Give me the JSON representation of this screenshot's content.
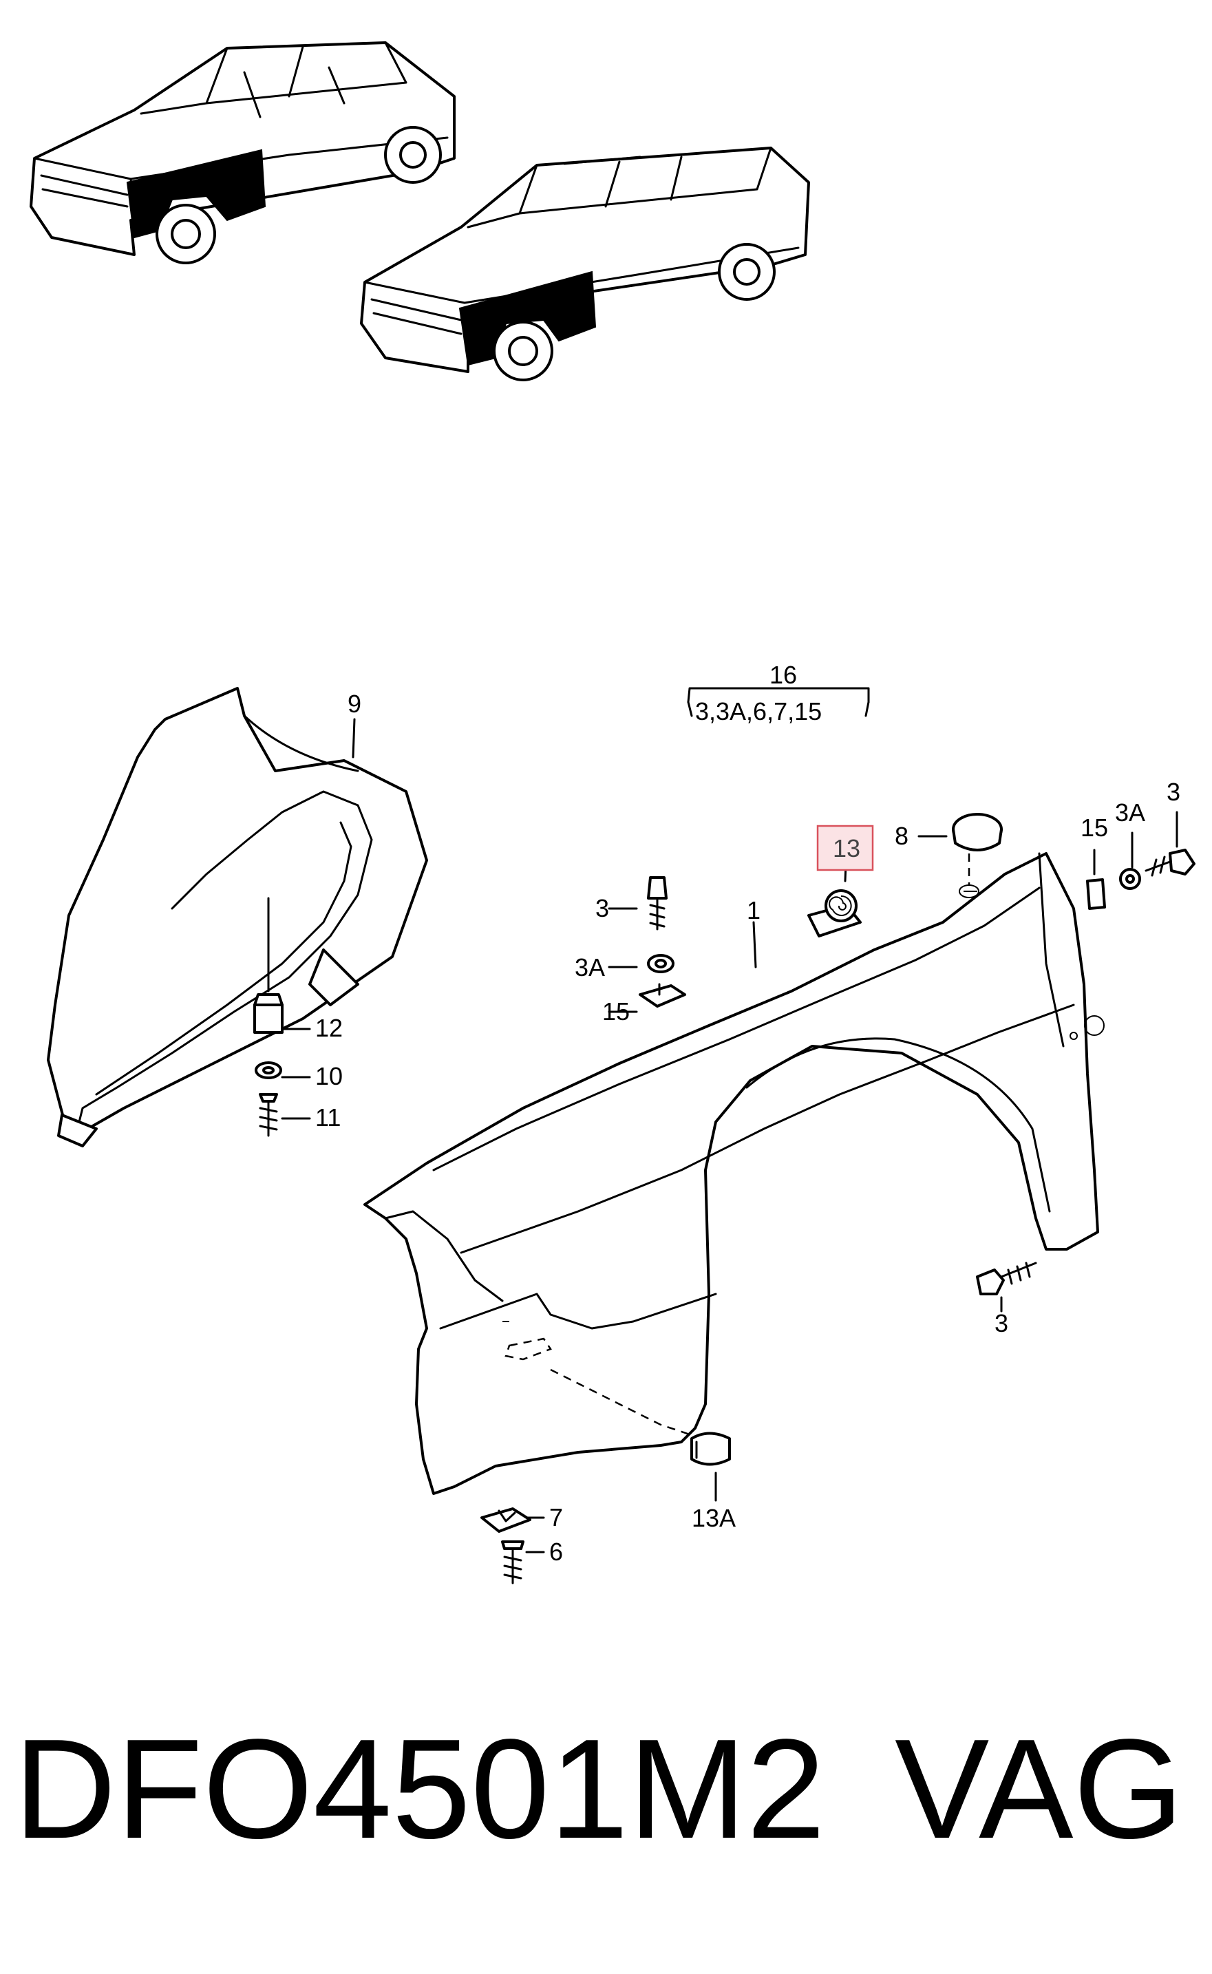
{
  "callouts": {
    "c1": "1",
    "c3_top": "3",
    "c3a_top": "3A",
    "c15_top": "15",
    "c3_right": "3",
    "c3a_right": "3A",
    "c15_right": "15",
    "c3_lower": "3",
    "c6": "6",
    "c7": "7",
    "c8": "8",
    "c9": "9",
    "c10": "10",
    "c11": "11",
    "c12": "12",
    "c13": "13",
    "c13a": "13A",
    "c16": "16",
    "c16_group": "3,3A,6,7,15"
  },
  "caption": {
    "part_code": "DFO4501M2",
    "brand": "VAG"
  },
  "highlight": {
    "part": "13",
    "border_color": "#d9525c",
    "fill_color": "#fbe3e5"
  }
}
